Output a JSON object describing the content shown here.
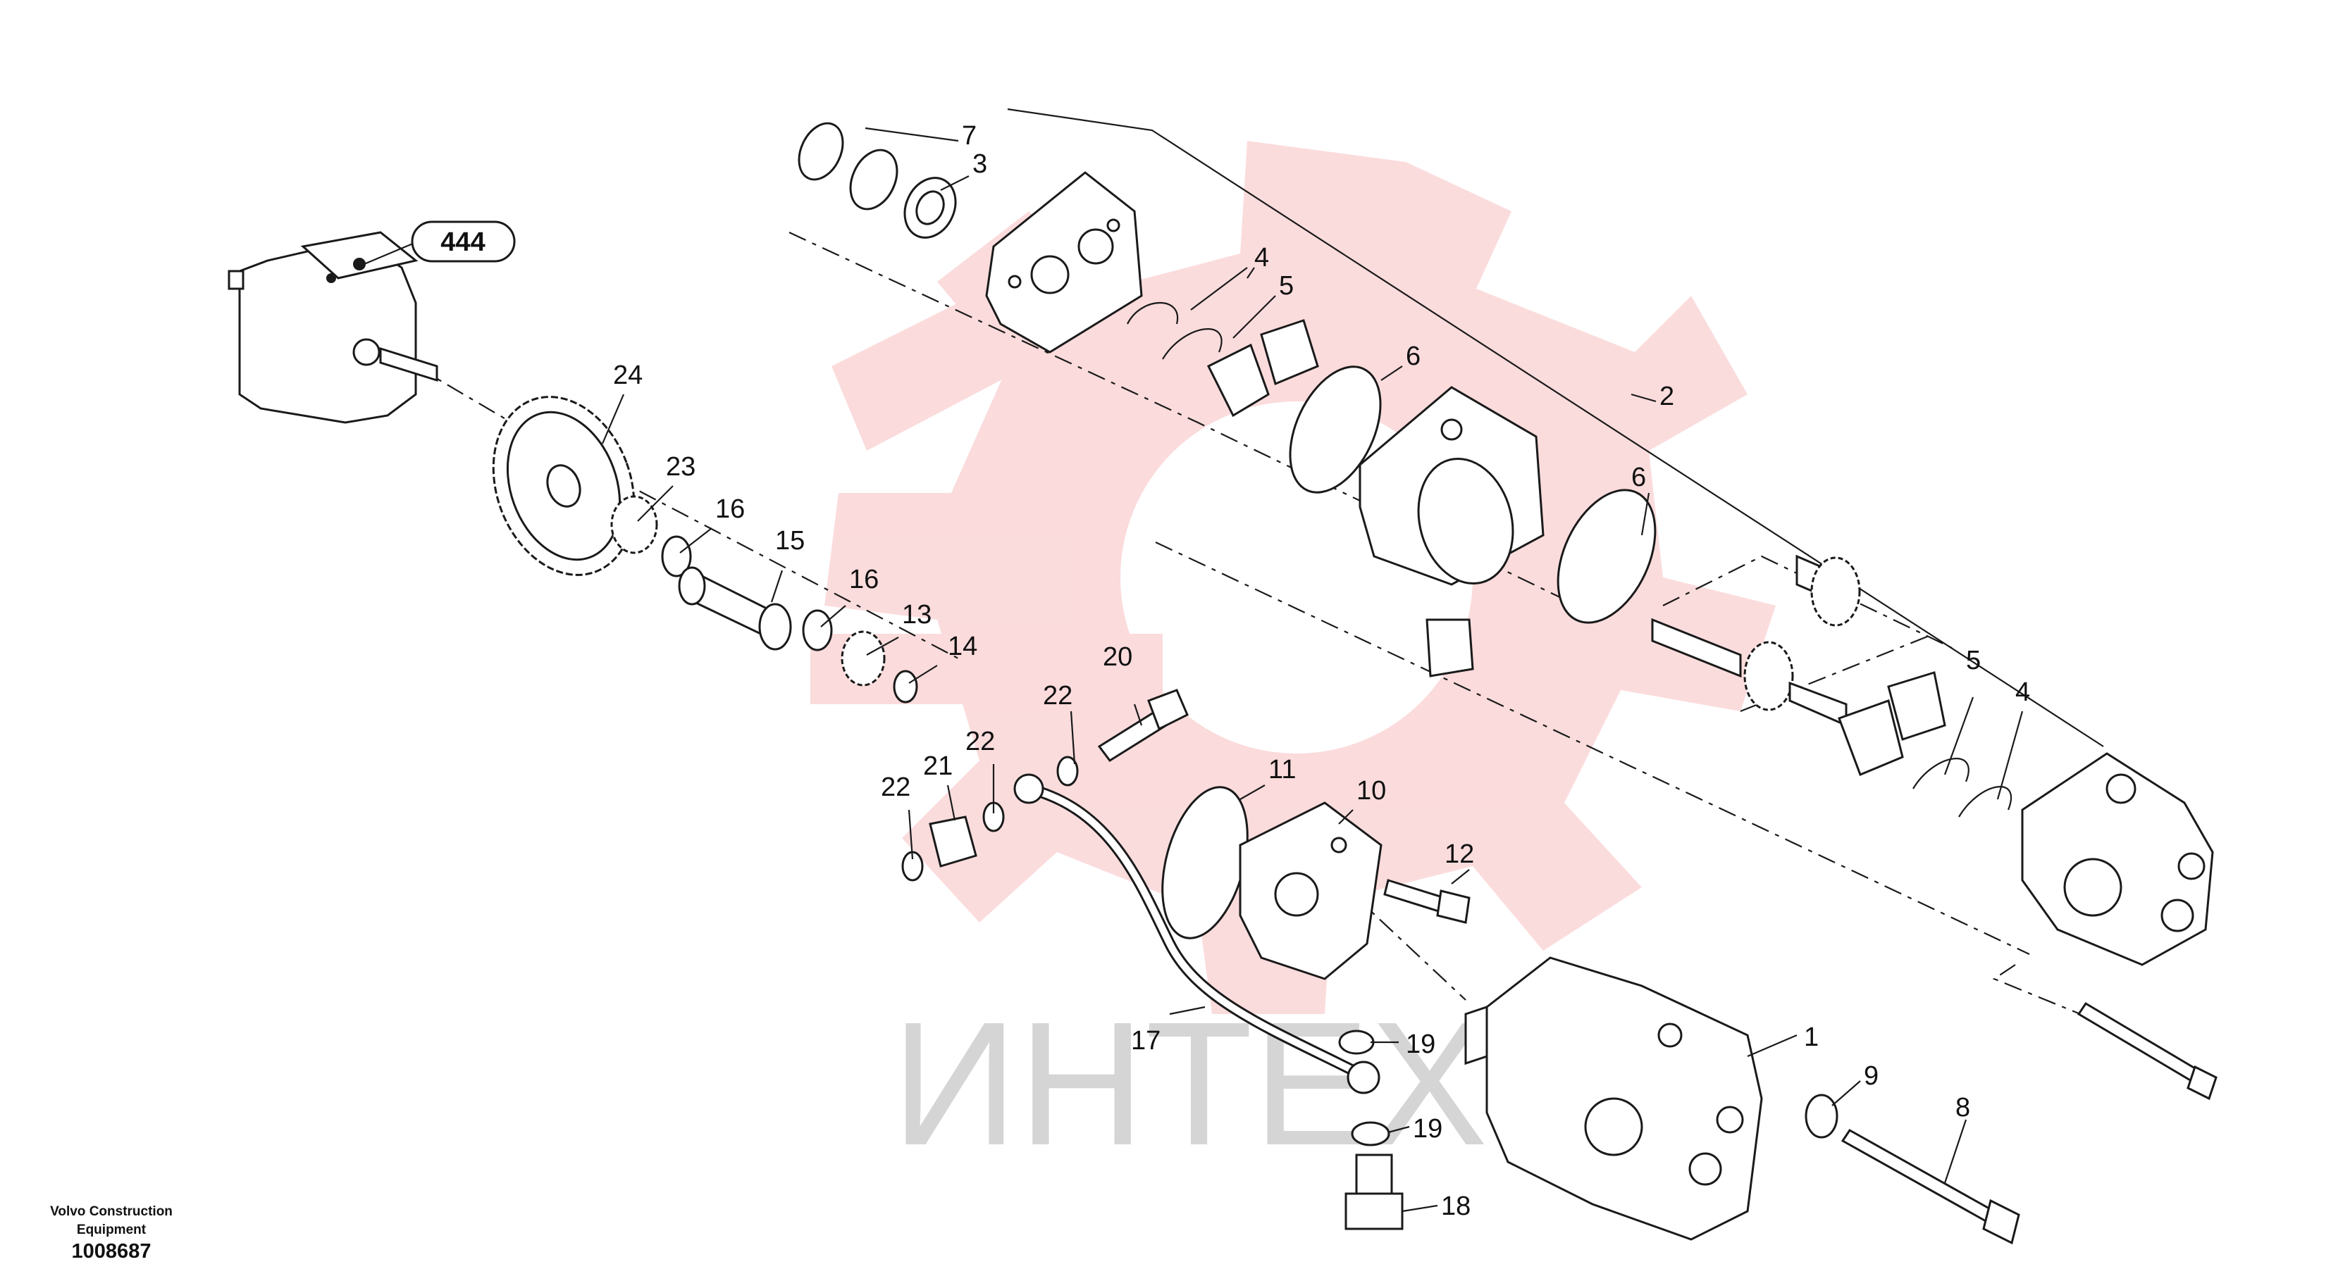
{
  "diagram": {
    "group_label": "444",
    "watermark_text": "ИНТЕХ",
    "watermark_color": "#e8262c",
    "part_labels": [
      "1",
      "2",
      "3",
      "4",
      "4",
      "5",
      "5",
      "6",
      "6",
      "7",
      "8",
      "9",
      "10",
      "11",
      "12",
      "13",
      "14",
      "15",
      "16",
      "16",
      "17",
      "18",
      "19",
      "19",
      "20",
      "21",
      "22",
      "22",
      "22",
      "23",
      "24"
    ]
  },
  "footer": {
    "org_line1": "Volvo Construction",
    "org_line2": "Equipment",
    "drawing_number": "1008687"
  }
}
